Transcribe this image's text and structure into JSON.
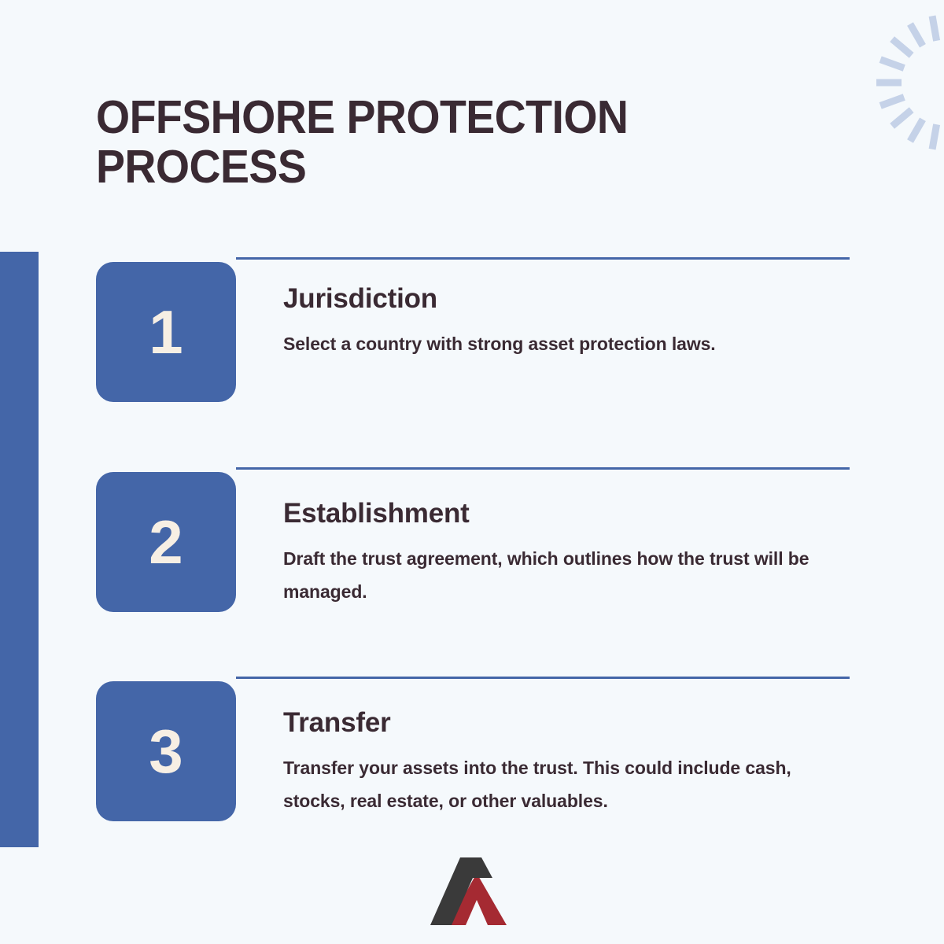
{
  "page": {
    "title": "OFFSHORE PROTECTION PROCESS",
    "background_color": "#F5F9FC",
    "accent_color": "#4466A8",
    "text_color": "#3A2A33",
    "number_color": "#F7EFE4",
    "decor_color": "#C5D2E8"
  },
  "decor": {
    "sunburst_name": "sunburst-decoration",
    "left_bar_name": "left-accent-bar"
  },
  "steps": [
    {
      "number": "1",
      "heading": "Jurisdiction",
      "text": "Select a country with strong asset protection laws."
    },
    {
      "number": "2",
      "heading": "Establishment",
      "text": "Draft the trust agreement, which outlines how the trust will be managed."
    },
    {
      "number": "3",
      "heading": "Transfer",
      "text": "Transfer your assets into the trust. This could include cash, stocks, real estate, or other valuables."
    }
  ],
  "logo": {
    "name": "brand-logo-a-mark",
    "dark_color": "#3A3A3A",
    "red_color": "#A52A32"
  }
}
